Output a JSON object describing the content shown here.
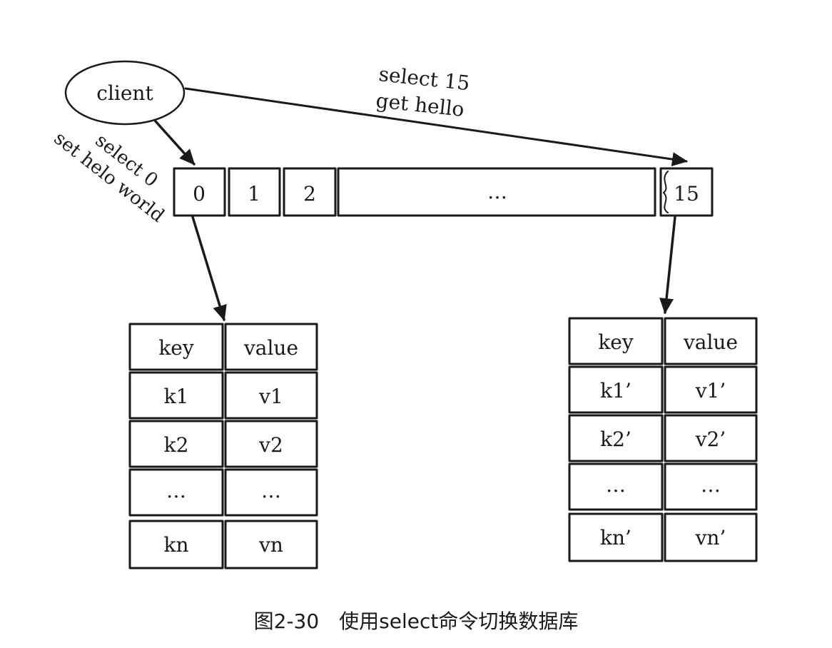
{
  "client": {
    "label": "client"
  },
  "annotations": {
    "select15_line1": "select 15",
    "select15_line2": "get hello",
    "select0_line1": "select 0",
    "select0_line2": "set helo world"
  },
  "db_row": {
    "cell_0": "0",
    "cell_1": "1",
    "cell_2": "2",
    "cell_mid": "…",
    "cell_15": "15"
  },
  "table_left": {
    "header": [
      "key",
      "value"
    ],
    "rows": [
      [
        "k1",
        "v1"
      ],
      [
        "k2",
        "v2"
      ],
      [
        "…",
        "…"
      ],
      [
        "kn",
        "vn"
      ]
    ]
  },
  "table_right": {
    "header": [
      "key",
      "value"
    ],
    "rows": [
      [
        "k1’",
        "v1’"
      ],
      [
        "k2’",
        "v2’"
      ],
      [
        "…",
        "…"
      ],
      [
        "kn’",
        "vn’"
      ]
    ]
  },
  "caption": "图2-30　使用select命令切换数据库"
}
